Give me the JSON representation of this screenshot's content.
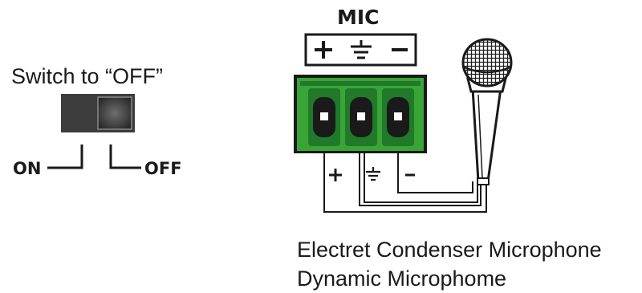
{
  "switch": {
    "title": "Switch to “OFF”",
    "on_label": "ON",
    "off_label": "OFF"
  },
  "connector": {
    "title": "MIC",
    "terminals": [
      "+",
      "⏚",
      "−"
    ],
    "color": "#3aa537",
    "dark_color": "#207a2a"
  },
  "wiring": {
    "labels": [
      "+",
      "⏚",
      "−"
    ]
  },
  "captions": {
    "line1": "Electret Condenser Microphone",
    "line2": "Dynamic Microphome"
  },
  "icons": {
    "microphone": "microphone-icon",
    "ground": "ground-icon"
  }
}
